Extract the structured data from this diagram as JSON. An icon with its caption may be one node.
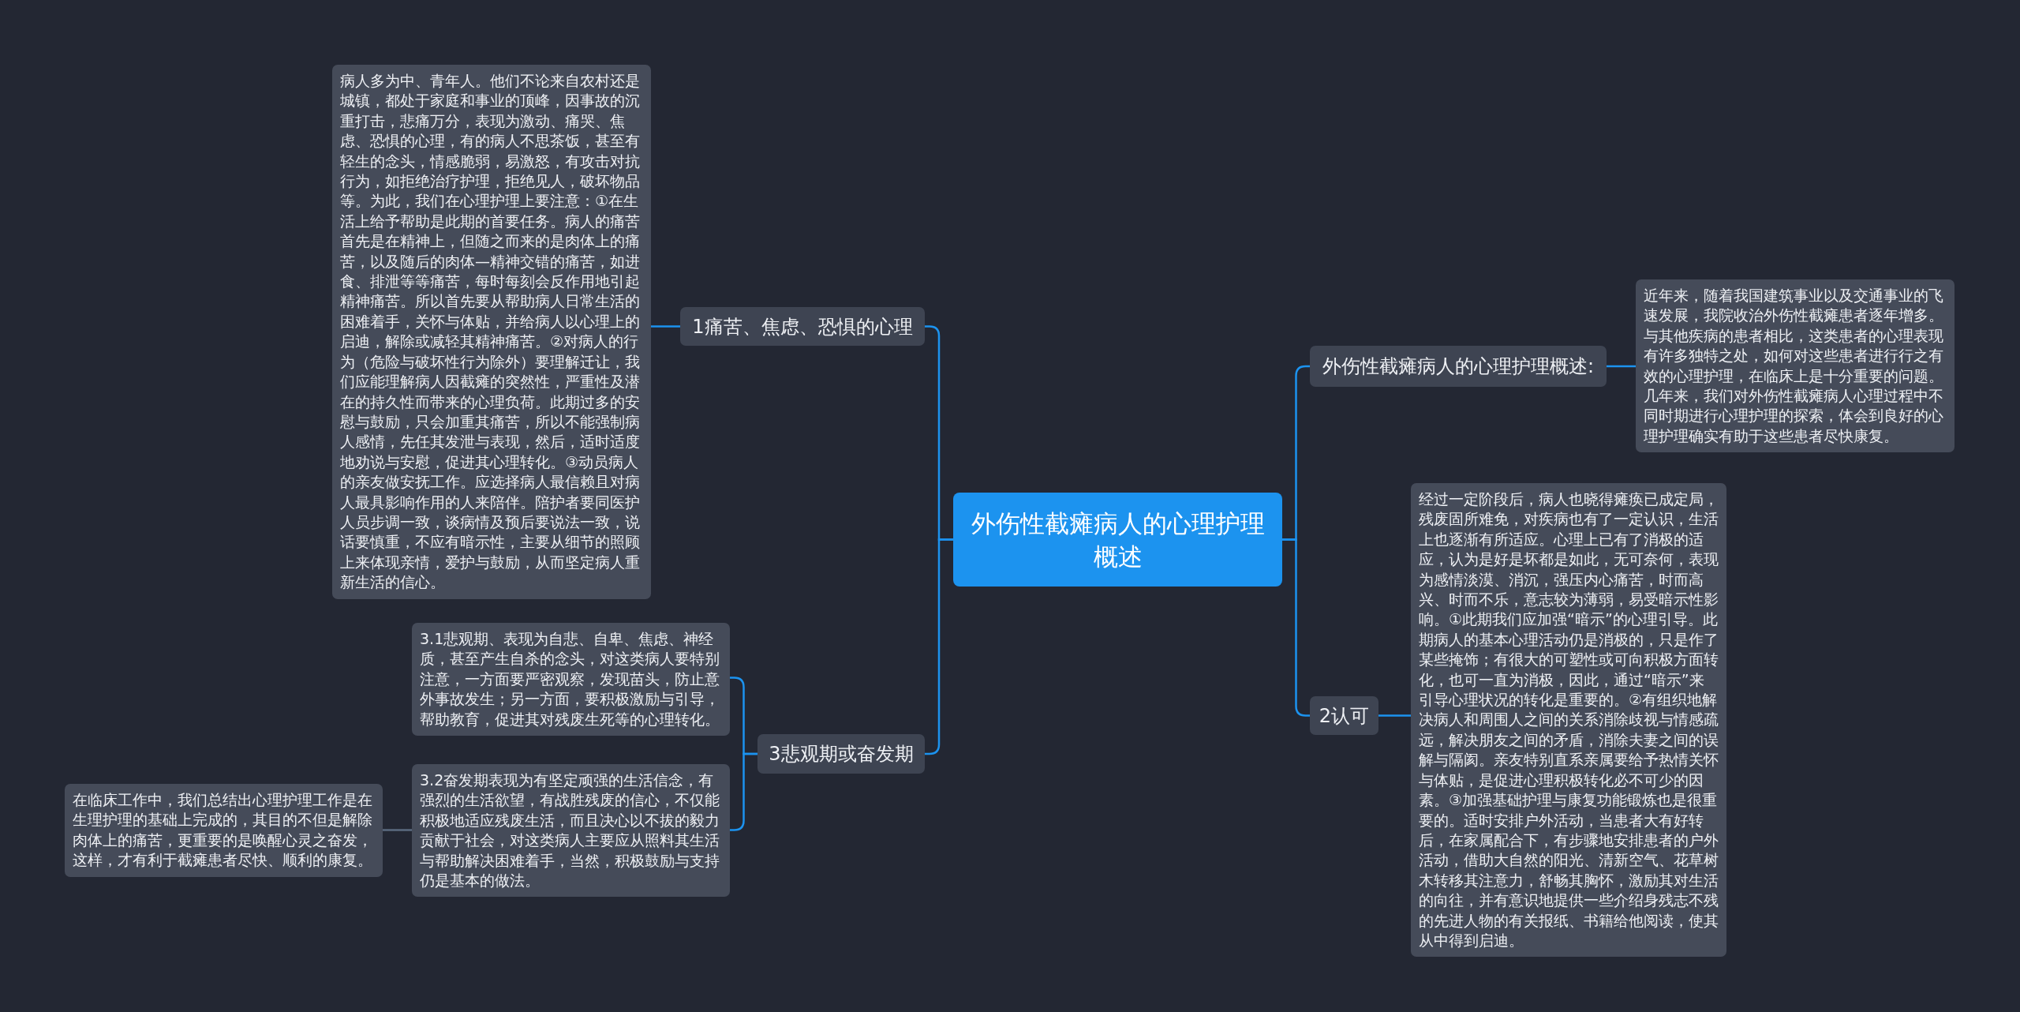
{
  "diagram": {
    "nodes": [
      {
        "text": [
          "外伤性截瘫病人的心理护理概述"
        ]
      },
      {
        "text": [
          "1痛苦、焦虑、恐惧的心理"
        ]
      },
      {
        "text": [
          "病人多为中、青年人。他们不论来自农村还是城镇，都处于家庭和事业的顶峰，因事故的沉重打击，悲痛万分，表现为激动、痛哭、焦虑、恐惧的心理，有的病人不思茶饭，甚至有轻生的念头，情感脆弱，易激怒，有攻击对抗行为，如拒绝治疗护理，拒绝见人，破坏物品等。为此，我们在心理护理上要注意：①在生活上给予帮助是此期的首要任务。病人的痛苦首先是在精神上，但随之而来的是肉体上的痛苦，以及随后的肉体—精神交错的痛苦，如进食、排泄等等痛苦，每时每刻会反作用地引起精神痛苦。所以首先要从帮助病人日常生活的困难着手，关怀与体贴，并给病人以心理上的启迪，解除或减轻其精神痛苦。②对病人的行为（危险与破坏性行为除外）要理解迁让，我们应能理解病人因截瘫的突然性，严重性及潜在的持久性而带来的心理负荷。此期过多的安慰与鼓励，只会加重其痛苦，所以不能强制病人感情，先任其发泄与表现，然后，适时适度地劝说与安慰，促进其心理转化。③动员病人的亲友做安抚工作。应选择病人最信赖且对病人最具影响作用的人来陪伴。陪护者要同医护人员步调一致，谈病情及预后要说法一致，说话要慎重，不应有暗示性，主要从细节的照顾上来体现亲情，爱护与鼓励，从而坚定病人重新生活的信心。"
        ]
      },
      {
        "text": [
          "3悲观期或奋发期"
        ]
      },
      {
        "text": [
          "3.1悲观期、表现为自悲、自卑、焦虑、神经质，甚至产生自杀的念头，对这类病人要特别注意，一方面要严密观察，发现苗头，防止意外事故发生；另一方面，要积极激励与引导，帮助教育，促进其对残废生死等的心理转化。"
        ]
      },
      {
        "text": [
          "3.2奋发期表现为有坚定顽强的生活信念，有强烈的生活欲望，有战胜残废的信心，不仅能积极地适应残废生活，而且决心以不拔的毅力贡献于社会，对这类病人主要应从照料其生活与帮助解决困难着手，当然，积极鼓励与支持仍是基本的做法。"
        ]
      },
      {
        "text": [
          "在临床工作中，我们总结出心理护理工作是在生理护理的基础上完成的，其目的不但是解除肉体上的痛苦，更重要的是唤醒心灵之奋发，这样，才有利于截瘫患者尽快、顺利的康复。"
        ]
      },
      {
        "text": [
          "外伤性截瘫病人的心理护理概述:"
        ]
      },
      {
        "text": [
          "近年来，随着我国建筑事业以及交通事业的飞速发展，我院收治外伤性截瘫患者逐年增多。与其他疾病的患者相比，这类患者的心理表现有许多独特之处，如何对这些患者进行行之有效的心理护理，在临床上是十分重要的问题。几年来，我们对外伤性截瘫病人心理过程中不同时期进行心理护理的探索，体会到良好的心理护理确实有助于这些患者尽快康复。"
        ]
      },
      {
        "text": [
          "2认可"
        ]
      },
      {
        "text": [
          "经过一定阶段后，病人也晓得瘫痪已成定局，残废固所难免，对疾病也有了一定认识，生活上也逐渐有所适应。心理上已有了消极的适应，认为是好是坏都是如此，无可奈何，表现为感情淡漠、消沉，强压内心痛苦，时而高兴、时而不乐，意志较为薄弱，易受暗示性影响。①此期我们应加强“暗示”的心理引导。此期病人的基本心理活动仍是消极的，只是作了某些掩饰；有很大的可塑性或可向积极方面转化，也可一直为消极，因此，通过“暗示”来引导心理状况的转化是重要的。②有组织地解决病人和周围人之间的关系消除歧视与情感疏远，解决朋友之间的矛盾，消除夫妻之间的误解与隔阂。亲友特别直系亲属要给予热情关怀与体贴，是促进心理积极转化必不可少的因素。③加强基础护理与康复功能锻炼也是很重要的。适时安排户外活动，当患者大有好转后，在家属配合下，有步骤地安排患者的户外活动，借助大自然的阳光、清新空气、花草树木转移其注意力，舒畅其胸怀，激励其对生活的向往，并有意识地提供一些介绍身残志不残的先进人物的有关报纸、书籍给他阅读，使其从中得到启迪。"
        ]
      }
    ],
    "edges": [
      {
        "from": 0,
        "to": 1,
        "arrow": "none"
      },
      {
        "from": 1,
        "to": 2,
        "arrow": "none"
      },
      {
        "from": 0,
        "to": 3,
        "arrow": "none"
      },
      {
        "from": 3,
        "to": 4,
        "arrow": "none"
      },
      {
        "from": 3,
        "to": 5,
        "arrow": "none"
      },
      {
        "from": 5,
        "to": 6,
        "arrow": "none",
        "color": "#5b6b80"
      },
      {
        "from": 0,
        "to": 7,
        "arrow": "none"
      },
      {
        "from": 7,
        "to": 8,
        "arrow": "none"
      },
      {
        "from": 0,
        "to": 9,
        "arrow": "none"
      },
      {
        "from": 9,
        "to": 10,
        "arrow": "none"
      }
    ]
  }
}
